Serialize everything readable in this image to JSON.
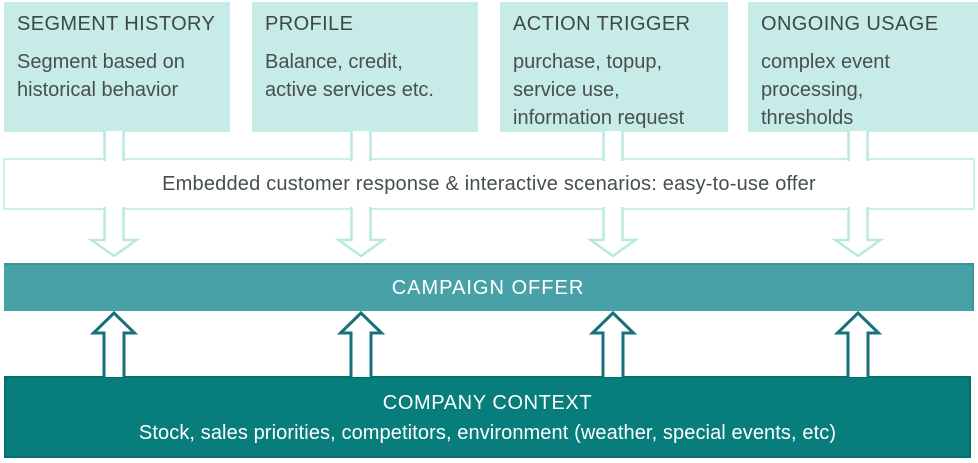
{
  "diagram_title": "Campaign offer inputs diagram",
  "colors": {
    "box_fill": "#c7ebe6",
    "embedded_bar_border": "#cbeeea",
    "down_arrow": "#b9e8e1",
    "up_arrow": "#17707a",
    "campaign_fill": "#48a1a6",
    "company_fill": "#077d7c",
    "text_dark": "#434d4f",
    "text_light": "#ffffff"
  },
  "top_boxes": [
    {
      "title": "SEGMENT HISTORY",
      "body": "Segment based on\nhistorical behavior"
    },
    {
      "title": "PROFILE",
      "body": "Balance, credit,\nactive services etc."
    },
    {
      "title": "ACTION TRIGGER",
      "body": "purchase, topup,\nservice use,\ninformation request"
    },
    {
      "title": "ONGOING USAGE",
      "body": "complex event\nprocessing,\nthresholds"
    }
  ],
  "embedded_bar": {
    "label": "Embedded customer response & interactive scenarios: easy-to-use offer"
  },
  "campaign_bar": {
    "label": "CAMPAIGN OFFER"
  },
  "company_bar": {
    "title": "COMPANY CONTEXT",
    "subtitle": "Stock, sales priorities, competitors, environment (weather, special events, etc)"
  }
}
